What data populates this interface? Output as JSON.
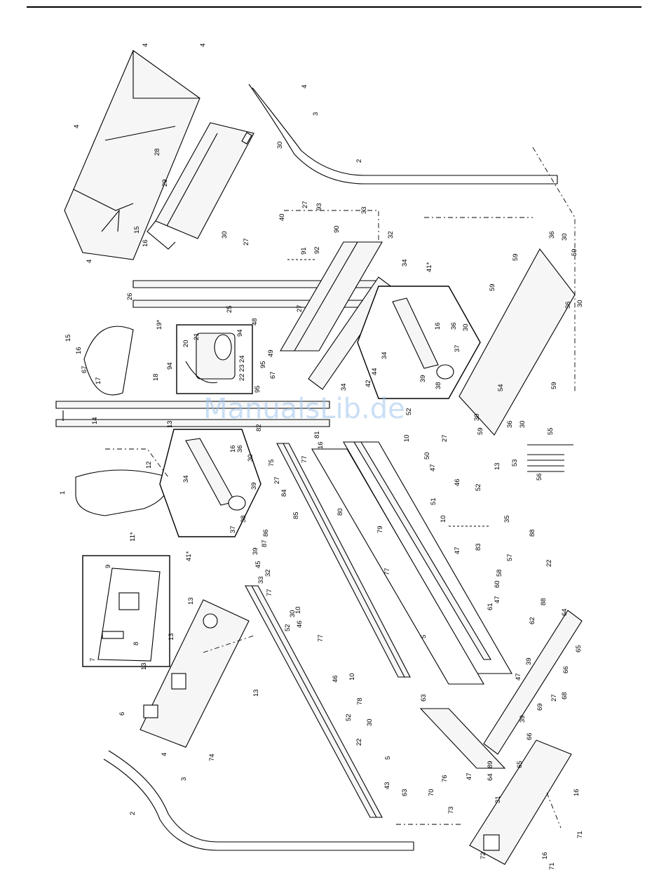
{
  "watermark": "ManualsLib.de",
  "diagram": {
    "detail_label_left": "41*",
    "detail_label_right": "41*",
    "detail_label_console": "11*",
    "detail_label_motor": "19*",
    "callouts": [
      "1",
      "2",
      "3",
      "4",
      "5",
      "6",
      "7",
      "8",
      "9",
      "10",
      "12",
      "13",
      "14",
      "15",
      "16",
      "17",
      "18",
      "20",
      "21",
      "22",
      "23",
      "24",
      "25",
      "26",
      "27",
      "28",
      "29",
      "30",
      "31",
      "32",
      "33",
      "34",
      "35",
      "36",
      "37",
      "38",
      "39",
      "40",
      "42",
      "43",
      "44",
      "45",
      "46",
      "47",
      "48",
      "49",
      "50",
      "51",
      "52",
      "53",
      "54",
      "55",
      "56",
      "57",
      "58",
      "59",
      "60",
      "61",
      "62",
      "63",
      "64",
      "65",
      "66",
      "67",
      "68",
      "69",
      "70",
      "71",
      "72",
      "73",
      "74",
      "75",
      "76",
      "77",
      "78",
      "79",
      "80",
      "81",
      "82",
      "83",
      "84",
      "85",
      "86",
      "87",
      "88",
      "89",
      "90",
      "91",
      "92",
      "93",
      "94",
      "95"
    ]
  }
}
